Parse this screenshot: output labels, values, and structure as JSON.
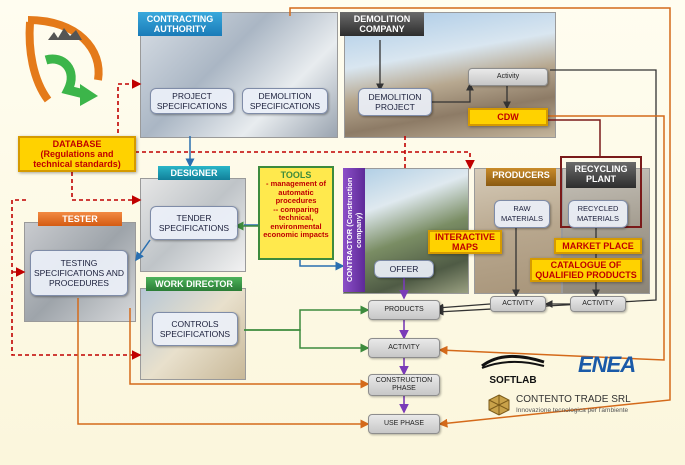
{
  "contracting_authority": {
    "header": "CONTRACTING AUTHORITY",
    "project_specs": "PROJECT SPECIFICATIONS",
    "demolition_specs": "DEMOLITION SPECIFICATIONS"
  },
  "demolition_company": {
    "header": "DEMOLITION COMPANY",
    "project": "DEMOLITION PROJECT",
    "activity": "Activity",
    "cdw": "CDW"
  },
  "database": {
    "title": "DATABASE",
    "subtitle": "(Regulations and technical standards)"
  },
  "designer": {
    "header": "DESIGNER",
    "tender_specs": "TENDER SPECIFICATIONS"
  },
  "tester": {
    "header": "TESTER",
    "specs": "TESTING SPECIFICATIONS AND PROCEDURES"
  },
  "work_director": {
    "header": "WORK DIRECTOR",
    "controls": "CONTROLS SPECIFICATIONS"
  },
  "tools": {
    "title": "TOOLS",
    "line1": "- management of automatic procedures",
    "line2": "-- comparing technical, environmental economic impacts"
  },
  "contractor": {
    "label": "CONTRACTOR (Construction company)",
    "offer": "OFFER"
  },
  "interactive_maps": "INTERACTIVE MAPS",
  "producers": {
    "header": "PRODUCERS",
    "raw": "RAW MATERIALS",
    "activity": "ACTIVITY"
  },
  "recycling_plant": {
    "header": "RECYCLING PLANT",
    "recycled": "RECYCLED MATERIALS",
    "activity": "ACTIVITY"
  },
  "market_place": "MARKET PLACE",
  "catalogue": "CATALOGUE OF QUALIFIED PRODUCTS",
  "flow": {
    "products": "PRODUCTS",
    "activity": "ACTIVITY",
    "construction_phase": "CONSTRUCTION PHASE",
    "use_phase": "USE PHASE"
  },
  "logos": {
    "softlab": "SOFTLAB",
    "enea": "ENEA",
    "contento": "CONTENTO TRADE SRL",
    "contento_tagline": "Innovazione tecnologica per l'ambiente"
  },
  "colors": {
    "dashed_red": "#c00000",
    "orange_line": "#d46a1a",
    "green_line": "#3d8b3d",
    "blue_line": "#2a6fb0",
    "purple_line": "#7a3bb8"
  }
}
